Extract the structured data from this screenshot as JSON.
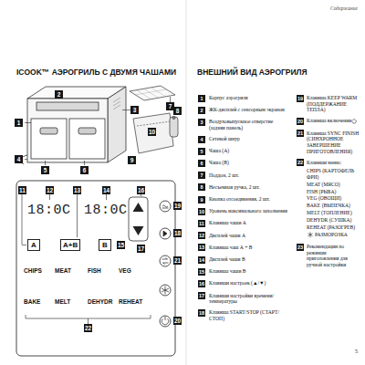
{
  "diagram": {
    "title": "ICOOK™ АЭРОГРИЛЬ С ДВУМЯ ЧАШАМИ",
    "nodes": [
      {
        "text": [
          "1"
        ]
      },
      {
        "text": [
          "2"
        ]
      },
      {
        "text": [
          "3"
        ]
      },
      {
        "text": [
          "4"
        ]
      },
      {
        "text": [
          "5"
        ]
      },
      {
        "text": [
          "6"
        ]
      },
      {
        "text": [
          "7"
        ]
      },
      {
        "text": [
          "8"
        ]
      },
      {
        "text": [
          "9"
        ]
      },
      {
        "text": [
          "10"
        ]
      },
      {
        "text": [
          "11"
        ]
      },
      {
        "text": [
          "12"
        ]
      },
      {
        "text": [
          "13"
        ]
      },
      {
        "text": [
          "14"
        ]
      },
      {
        "text": [
          "15"
        ]
      },
      {
        "text": [
          "16"
        ]
      },
      {
        "text": [
          "17"
        ]
      },
      {
        "text": [
          "18"
        ]
      },
      {
        "text": [
          "19"
        ]
      },
      {
        "text": [
          "20"
        ]
      },
      {
        "text": [
          "21"
        ]
      },
      {
        "text": [
          "22"
        ]
      },
      {
        "text": [
          "A"
        ]
      },
      {
        "text": [
          "A+B"
        ]
      },
      {
        "text": [
          "B"
        ]
      },
      {
        "text": [
          "1"
        ]
      },
      {
        "text": [
          "2"
        ]
      },
      {
        "text": [
          "3"
        ]
      },
      {
        "text": [
          "4"
        ]
      },
      {
        "text": [
          "5"
        ]
      },
      {
        "text": [
          "6"
        ]
      },
      {
        "text": [
          "7"
        ]
      },
      {
        "text": [
          "8"
        ]
      },
      {
        "text": [
          "9"
        ]
      },
      {
        "text": [
          "10"
        ]
      },
      {
        "text": [
          "11"
        ]
      },
      {
        "text": [
          "12"
        ]
      },
      {
        "text": [
          "13"
        ]
      },
      {
        "text": [
          "14"
        ]
      },
      {
        "text": [
          "15"
        ]
      },
      {
        "text": [
          "16"
        ]
      },
      {
        "text": [
          "17"
        ]
      },
      {
        "text": [
          "18"
        ]
      },
      {
        "text": [
          "19"
        ]
      },
      {
        "text": [
          "20"
        ]
      },
      {
        "text": [
          "21"
        ]
      },
      {
        "text": [
          "22"
        ]
      },
      {
        "text": [
          "23"
        ]
      }
    ],
    "labels": [
      "Содержание",
      "ВНЕШНИЙ ВИД АЭРОГРИЛЯ",
      "5",
      "18:0C",
      "18:0C",
      "CHIPS",
      "MEAT",
      "FISH",
      "VEG",
      "BAKE",
      "MELT",
      "DEHYDR",
      "REHEAT",
      "Корпус аэрогриля",
      "ЖК-дисплей с сенсорным экраном",
      "Воздуховыпускное отверстие (задняя панель)",
      "Сетевой шнур",
      "Чаша (А)",
      "Чаша (В)",
      "Поддон, 2 шт.",
      "Несъемная ручка, 2 шт.",
      "Кнопка отсоединения, 2 шт.",
      "Уровень максимального заполнения",
      "Клавиша чаши А",
      "Дисплей чаши А",
      "Клавиша чаш А + В",
      "Дисплей чаши В",
      "Клавиша чаши В",
      "Клавиши настроек (▲/▼)",
      "Клавиши настройки времени/ температуры",
      "Клавиша START/STOP (СТАРТ/СТОП)",
      "Клавиша KEEP WARM (ПОДДЕРЖАНИЕ ТЕПЛА)",
      "Клавиша включения",
      "Клавиша SYNC FINISH (СИНХРОННОЕ ЗАВЕРШЕНИЕ ПРИГОТОВЛЕНИЯ)",
      "Клавиши меню:",
      "Рекомендации по режимам приготовления для ручной настройки",
      "CHIPS (КАРТОФЕЛЬ ФРИ)",
      "MEAT (МЯСО)",
      "FISH (РЫБА)",
      "VEG (ОВОЩИ)",
      "BAKE (ВЫПЕЧКА)",
      "MELT (ТОПЛЕНИЕ)",
      "DEHYDR (СУШКА)",
      "REHEAT (РАЗОГРЕВ)",
      "РАЗМОРОЗКА"
    ]
  }
}
